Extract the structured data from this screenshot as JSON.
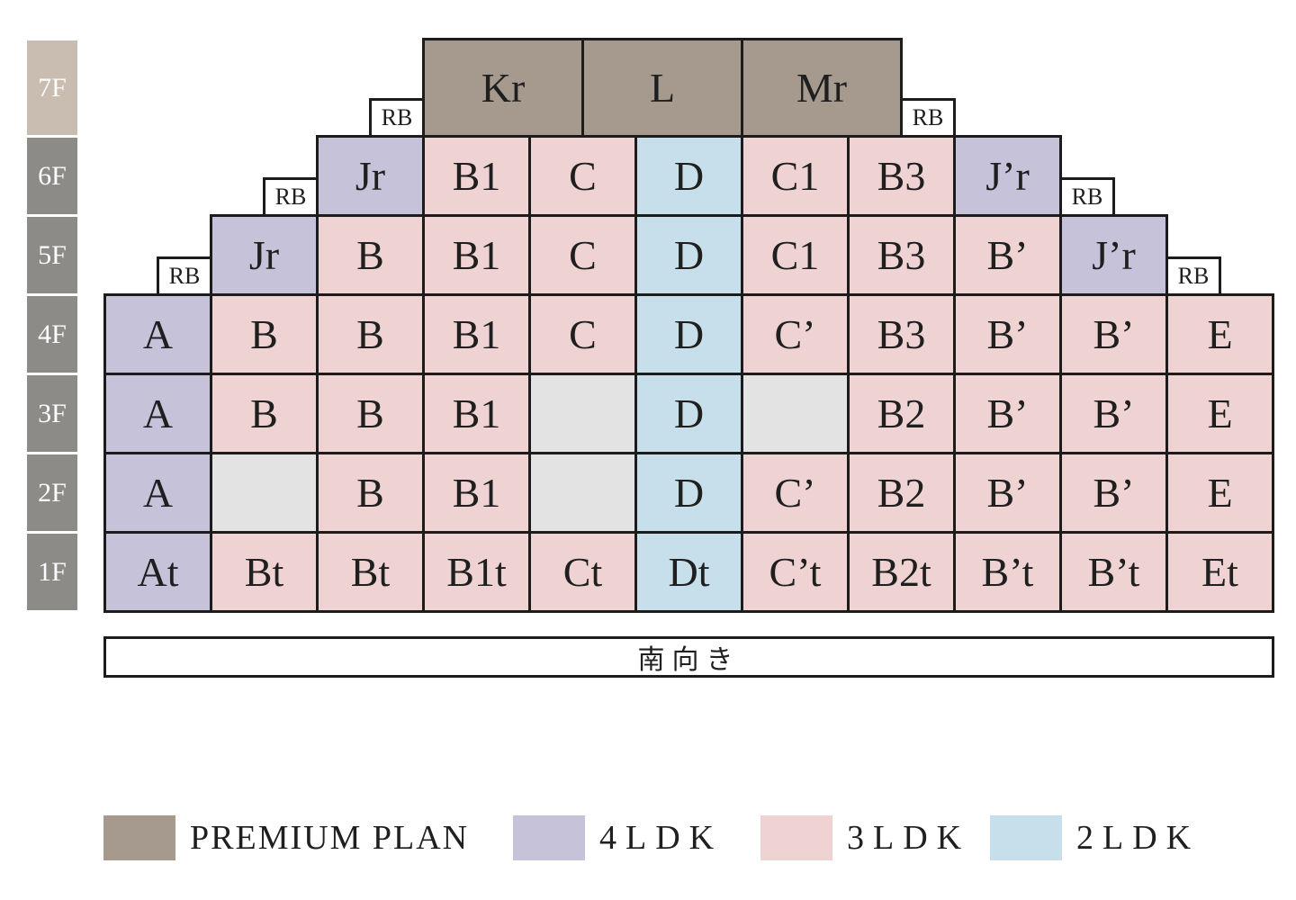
{
  "direction_label": "南向き",
  "colors": {
    "premium": "#a69a8f",
    "ldk4": "#c6c2d9",
    "ldk3": "#eed3d2",
    "ldk2": "#c6dfea",
    "empty": "#e3e3e4",
    "floor_gray": "#8d8b88",
    "floor_7f": "#c9bcb0",
    "border": "#1c1c1c",
    "rb_bg": "#ffffff"
  },
  "legend": [
    {
      "label": "PREMIUM PLAN",
      "type": "premium"
    },
    {
      "label": "4LDK",
      "type": "ldk4"
    },
    {
      "label": "3LDK",
      "type": "ldk3"
    },
    {
      "label": "2LDK",
      "type": "ldk2"
    }
  ],
  "floors": [
    {
      "label": "7F",
      "label_type": "floor_7f",
      "cells": [
        {
          "label": "Kr",
          "type": "premium",
          "col": 3,
          "span": 1.5
        },
        {
          "label": "L",
          "type": "premium",
          "col": 4.5,
          "span": 1.5
        },
        {
          "label": "Mr",
          "type": "premium",
          "col": 6,
          "span": 1.5
        }
      ],
      "rb": [
        {
          "label": "RB",
          "align": "right",
          "col": 3
        },
        {
          "label": "RB",
          "align": "left",
          "col": 7.5
        }
      ]
    },
    {
      "label": "6F",
      "label_type": "floor_gray",
      "cells": [
        {
          "label": "Jr",
          "type": "ldk4",
          "col": 2,
          "span": 1
        },
        {
          "label": "B1",
          "type": "ldk3",
          "col": 3,
          "span": 1
        },
        {
          "label": "C",
          "type": "ldk3",
          "col": 4,
          "span": 1
        },
        {
          "label": "D",
          "type": "ldk2",
          "col": 5,
          "span": 1
        },
        {
          "label": "C1",
          "type": "ldk3",
          "col": 6,
          "span": 1
        },
        {
          "label": "B3",
          "type": "ldk3",
          "col": 7,
          "span": 1
        },
        {
          "label": "J’r",
          "type": "ldk4",
          "col": 8,
          "span": 1
        }
      ],
      "rb": [
        {
          "label": "RB",
          "align": "right",
          "col": 2
        },
        {
          "label": "RB",
          "align": "left",
          "col": 9
        }
      ]
    },
    {
      "label": "5F",
      "label_type": "floor_gray",
      "cells": [
        {
          "label": "Jr",
          "type": "ldk4",
          "col": 1,
          "span": 1
        },
        {
          "label": "B",
          "type": "ldk3",
          "col": 2,
          "span": 1
        },
        {
          "label": "B1",
          "type": "ldk3",
          "col": 3,
          "span": 1
        },
        {
          "label": "C",
          "type": "ldk3",
          "col": 4,
          "span": 1
        },
        {
          "label": "D",
          "type": "ldk2",
          "col": 5,
          "span": 1
        },
        {
          "label": "C1",
          "type": "ldk3",
          "col": 6,
          "span": 1
        },
        {
          "label": "B3",
          "type": "ldk3",
          "col": 7,
          "span": 1
        },
        {
          "label": "B’",
          "type": "ldk3",
          "col": 8,
          "span": 1
        },
        {
          "label": "J’r",
          "type": "ldk4",
          "col": 9,
          "span": 1
        }
      ],
      "rb": [
        {
          "label": "RB",
          "align": "right",
          "col": 1
        },
        {
          "label": "RB",
          "align": "left",
          "col": 10
        }
      ]
    },
    {
      "label": "4F",
      "label_type": "floor_gray",
      "cells": [
        {
          "label": "A",
          "type": "ldk4",
          "col": 0,
          "span": 1
        },
        {
          "label": "B",
          "type": "ldk3",
          "col": 1,
          "span": 1
        },
        {
          "label": "B",
          "type": "ldk3",
          "col": 2,
          "span": 1
        },
        {
          "label": "B1",
          "type": "ldk3",
          "col": 3,
          "span": 1
        },
        {
          "label": "C",
          "type": "ldk3",
          "col": 4,
          "span": 1
        },
        {
          "label": "D",
          "type": "ldk2",
          "col": 5,
          "span": 1
        },
        {
          "label": "C’",
          "type": "ldk3",
          "col": 6,
          "span": 1
        },
        {
          "label": "B3",
          "type": "ldk3",
          "col": 7,
          "span": 1
        },
        {
          "label": "B’",
          "type": "ldk3",
          "col": 8,
          "span": 1
        },
        {
          "label": "B’",
          "type": "ldk3",
          "col": 9,
          "span": 1
        },
        {
          "label": "E",
          "type": "ldk3",
          "col": 10,
          "span": 1
        }
      ],
      "rb": []
    },
    {
      "label": "3F",
      "label_type": "floor_gray",
      "cells": [
        {
          "label": "A",
          "type": "ldk4",
          "col": 0,
          "span": 1
        },
        {
          "label": "B",
          "type": "ldk3",
          "col": 1,
          "span": 1
        },
        {
          "label": "B",
          "type": "ldk3",
          "col": 2,
          "span": 1
        },
        {
          "label": "B1",
          "type": "ldk3",
          "col": 3,
          "span": 1
        },
        {
          "label": "",
          "type": "empty",
          "col": 4,
          "span": 1
        },
        {
          "label": "D",
          "type": "ldk2",
          "col": 5,
          "span": 1
        },
        {
          "label": "",
          "type": "empty",
          "col": 6,
          "span": 1
        },
        {
          "label": "B2",
          "type": "ldk3",
          "col": 7,
          "span": 1
        },
        {
          "label": "B’",
          "type": "ldk3",
          "col": 8,
          "span": 1
        },
        {
          "label": "B’",
          "type": "ldk3",
          "col": 9,
          "span": 1
        },
        {
          "label": "E",
          "type": "ldk3",
          "col": 10,
          "span": 1
        }
      ],
      "rb": []
    },
    {
      "label": "2F",
      "label_type": "floor_gray",
      "cells": [
        {
          "label": "A",
          "type": "ldk4",
          "col": 0,
          "span": 1
        },
        {
          "label": "",
          "type": "empty",
          "col": 1,
          "span": 1
        },
        {
          "label": "B",
          "type": "ldk3",
          "col": 2,
          "span": 1
        },
        {
          "label": "B1",
          "type": "ldk3",
          "col": 3,
          "span": 1
        },
        {
          "label": "",
          "type": "empty",
          "col": 4,
          "span": 1
        },
        {
          "label": "D",
          "type": "ldk2",
          "col": 5,
          "span": 1
        },
        {
          "label": "C’",
          "type": "ldk3",
          "col": 6,
          "span": 1
        },
        {
          "label": "B2",
          "type": "ldk3",
          "col": 7,
          "span": 1
        },
        {
          "label": "B’",
          "type": "ldk3",
          "col": 8,
          "span": 1
        },
        {
          "label": "B’",
          "type": "ldk3",
          "col": 9,
          "span": 1
        },
        {
          "label": "E",
          "type": "ldk3",
          "col": 10,
          "span": 1
        }
      ],
      "rb": []
    },
    {
      "label": "1F",
      "label_type": "floor_gray",
      "cells": [
        {
          "label": "At",
          "type": "ldk4",
          "col": 0,
          "span": 1
        },
        {
          "label": "Bt",
          "type": "ldk3",
          "col": 1,
          "span": 1
        },
        {
          "label": "Bt",
          "type": "ldk3",
          "col": 2,
          "span": 1
        },
        {
          "label": "B1t",
          "type": "ldk3",
          "col": 3,
          "span": 1
        },
        {
          "label": "Ct",
          "type": "ldk3",
          "col": 4,
          "span": 1
        },
        {
          "label": "Dt",
          "type": "ldk2",
          "col": 5,
          "span": 1
        },
        {
          "label": "C’t",
          "type": "ldk3",
          "col": 6,
          "span": 1
        },
        {
          "label": "B2t",
          "type": "ldk3",
          "col": 7,
          "span": 1
        },
        {
          "label": "B’t",
          "type": "ldk3",
          "col": 8,
          "span": 1
        },
        {
          "label": "B’t",
          "type": "ldk3",
          "col": 9,
          "span": 1
        },
        {
          "label": "Et",
          "type": "ldk3",
          "col": 10,
          "span": 1
        }
      ],
      "rb": []
    }
  ]
}
